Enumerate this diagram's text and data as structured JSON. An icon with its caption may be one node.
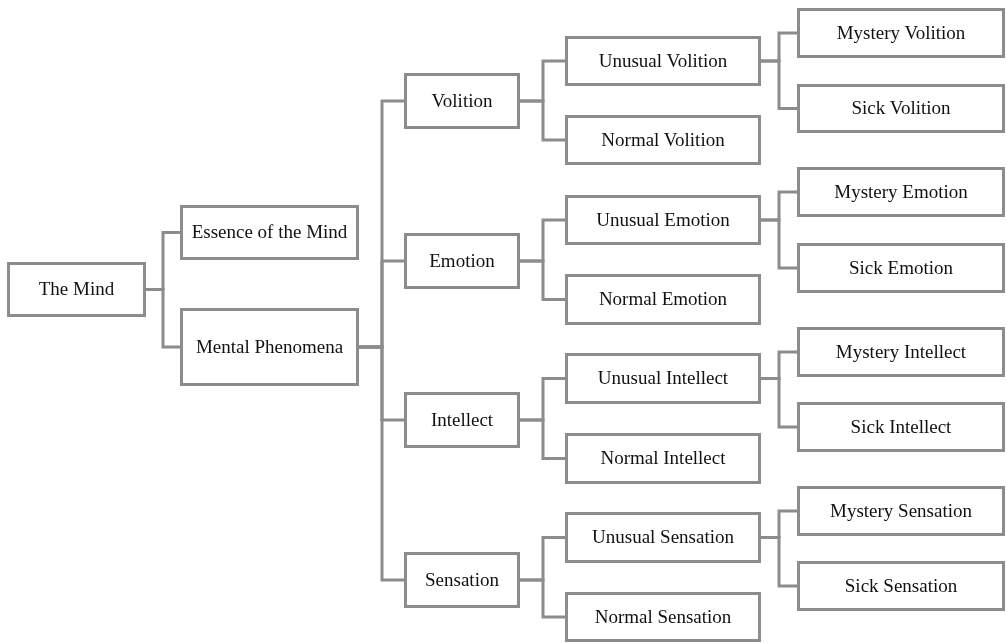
{
  "diagram": {
    "nodes": [
      {
        "text": [
          "The Mind"
        ]
      },
      {
        "text": [
          "Essence of the Mind"
        ]
      },
      {
        "text": [
          "Mental Phenomena"
        ]
      },
      {
        "text": [
          "Volition"
        ]
      },
      {
        "text": [
          "Unusual Volition"
        ]
      },
      {
        "text": [
          "Mystery Volition"
        ]
      },
      {
        "text": [
          "Sick Volition"
        ]
      },
      {
        "text": [
          "Normal Volition"
        ]
      },
      {
        "text": [
          "Emotion"
        ]
      },
      {
        "text": [
          "Unusual Emotion"
        ]
      },
      {
        "text": [
          "Mystery Emotion"
        ]
      },
      {
        "text": [
          "Sick Emotion"
        ]
      },
      {
        "text": [
          "Normal Emotion"
        ]
      },
      {
        "text": [
          "Intellect"
        ]
      },
      {
        "text": [
          "Unusual Intellect"
        ]
      },
      {
        "text": [
          "Mystery Intellect"
        ]
      },
      {
        "text": [
          "Sick Intellect"
        ]
      },
      {
        "text": [
          "Normal Intellect"
        ]
      },
      {
        "text": [
          "Sensation"
        ]
      },
      {
        "text": [
          "Unusual Sensation"
        ]
      },
      {
        "text": [
          "Mystery Sensation"
        ]
      },
      {
        "text": [
          "Sick Sensation"
        ]
      },
      {
        "text": [
          "Normal Sensation"
        ]
      }
    ],
    "edges": [
      {
        "from": 0,
        "to": 1,
        "arrow": "none"
      },
      {
        "from": 0,
        "to": 2,
        "arrow": "none"
      },
      {
        "from": 2,
        "to": 3,
        "arrow": "none"
      },
      {
        "from": 2,
        "to": 8,
        "arrow": "none"
      },
      {
        "from": 2,
        "to": 13,
        "arrow": "none"
      },
      {
        "from": 2,
        "to": 18,
        "arrow": "none"
      },
      {
        "from": 3,
        "to": 4,
        "arrow": "none"
      },
      {
        "from": 3,
        "to": 7,
        "arrow": "none"
      },
      {
        "from": 4,
        "to": 5,
        "arrow": "none"
      },
      {
        "from": 4,
        "to": 6,
        "arrow": "none"
      },
      {
        "from": 8,
        "to": 9,
        "arrow": "none"
      },
      {
        "from": 8,
        "to": 12,
        "arrow": "none"
      },
      {
        "from": 9,
        "to": 10,
        "arrow": "none"
      },
      {
        "from": 9,
        "to": 11,
        "arrow": "none"
      },
      {
        "from": 13,
        "to": 14,
        "arrow": "none"
      },
      {
        "from": 13,
        "to": 17,
        "arrow": "none"
      },
      {
        "from": 14,
        "to": 15,
        "arrow": "none"
      },
      {
        "from": 14,
        "to": 16,
        "arrow": "none"
      },
      {
        "from": 18,
        "to": 19,
        "arrow": "none"
      },
      {
        "from": 18,
        "to": 22,
        "arrow": "none"
      },
      {
        "from": 19,
        "to": 20,
        "arrow": "none"
      },
      {
        "from": 19,
        "to": 21,
        "arrow": "none"
      }
    ]
  }
}
